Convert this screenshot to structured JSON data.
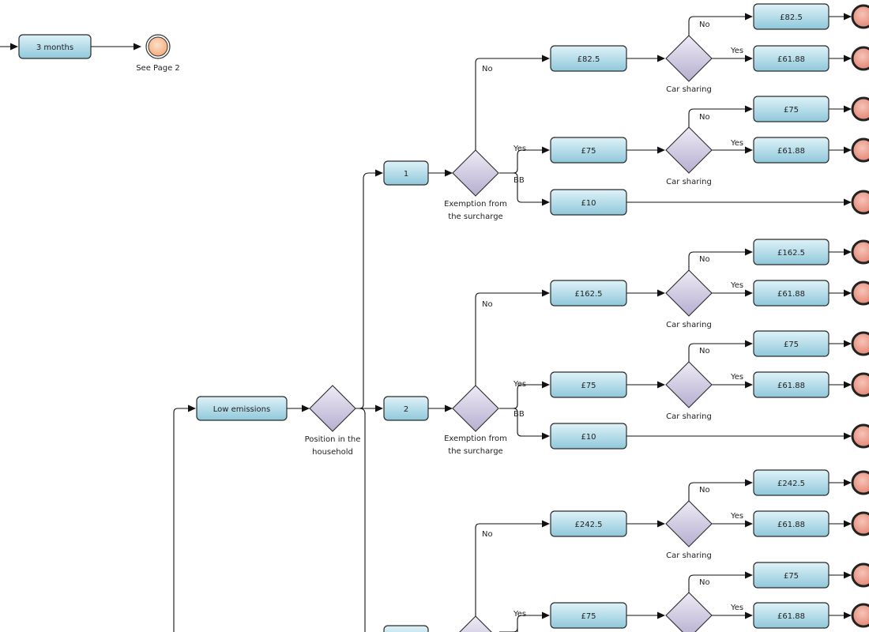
{
  "colors": {
    "task_top": "#dff2f8",
    "task_bottom": "#8fc8db",
    "task_border": "#2a2a2a",
    "gateway_top": "#efebf6",
    "gateway_bottom": "#b6aed0",
    "end_event_fill": "#ef9a88",
    "end_event_border": "#222222",
    "intermediate_event_fill": "#f9bb93",
    "line": "#111111"
  },
  "tasks": {
    "duration": "3 months",
    "low_emissions": "Low emissions",
    "position_1": "1",
    "position_2": "2",
    "fee_82_5": "£82.5",
    "fee_75_a": "£75",
    "fee_10_a": "£10",
    "fee_162_5": "£162.5",
    "fee_75_b": "£75",
    "fee_10_b": "£10",
    "fee_242_5": "£242.5",
    "fee_75_c": "£75",
    "result_1": "£82.5",
    "result_2": "£61.88",
    "result_3": "£75",
    "result_4": "£61.88",
    "result_5": "£162.5",
    "result_6": "£61.88",
    "result_7": "£75",
    "result_8": "£61.88",
    "result_9": "£242.5",
    "result_10": "£61.88",
    "result_11": "£75",
    "result_12": "£61.88"
  },
  "gateways": {
    "position_in_household": "Position in the household",
    "exemption_1": "Exemption from the surcharge",
    "exemption_2": "Exemption from the surcharge",
    "car_sharing_1": "Car sharing",
    "car_sharing_2": "Car sharing",
    "car_sharing_3": "Car sharing",
    "car_sharing_4": "Car sharing",
    "car_sharing_5": "Car sharing"
  },
  "events": {
    "see_page": "See Page 2"
  },
  "edge_labels": {
    "no": "No",
    "yes": "Yes",
    "bb": "BB"
  }
}
